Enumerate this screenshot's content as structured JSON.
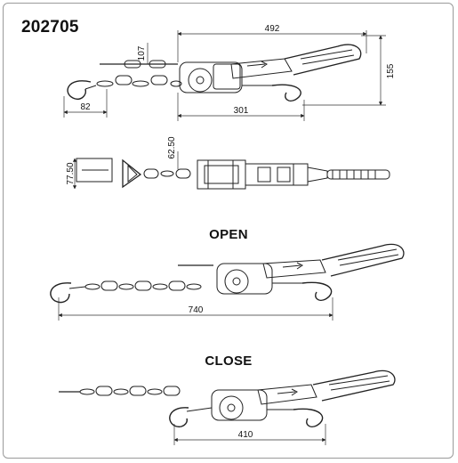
{
  "title": "202705",
  "views": {
    "open_label": "OPEN",
    "close_label": "CLOSE"
  },
  "dimensions": {
    "top_overall_length": "492",
    "top_chain_height": "107",
    "top_height": "155",
    "top_hook_width": "82",
    "top_body_length": "301",
    "middle_chain_width": "62.50",
    "middle_height": "77.50",
    "open_length": "740",
    "close_length": "410"
  }
}
